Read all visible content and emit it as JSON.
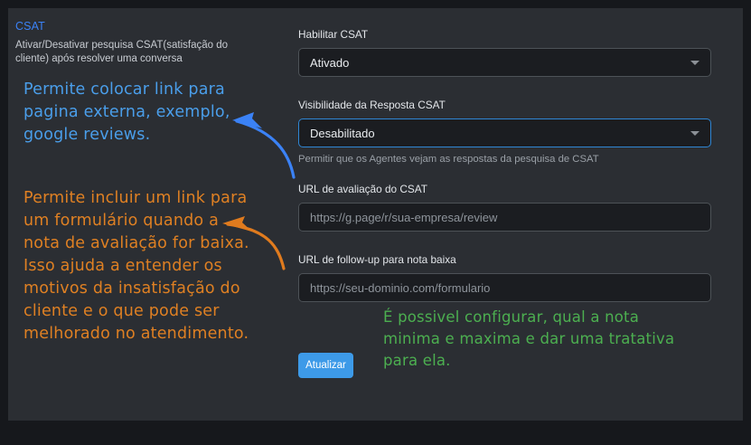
{
  "panel": {
    "section": {
      "title": "CSAT",
      "description": "Ativar/Desativar pesquisa CSAT(satisfação do cliente) após resolver uma conversa"
    }
  },
  "form": {
    "enable_csat": {
      "label": "Habilitar CSAT",
      "value": "Ativado",
      "caret_icon": "chevron-down-icon"
    },
    "response_visibility": {
      "label": "Visibilidade da Resposta CSAT",
      "value": "Desabilitado",
      "help": "Permitir que os Agentes vejam as respostas da pesquisa de CSAT",
      "caret_icon": "chevron-down-icon"
    },
    "review_url": {
      "label": "URL de avaliação do CSAT",
      "value": "",
      "placeholder": "https://g.page/r/sua-empresa/review"
    },
    "followup_url": {
      "label": "URL de follow-up para nota baixa",
      "value": "",
      "placeholder": "https://seu-dominio.com/formulario"
    },
    "submit_label": "Atualizar"
  },
  "annotations": {
    "blue": "Permite colocar link para pagina externa, exemplo, google reviews.",
    "orange": "Permite incluir um link para um formulário quando a nota de avaliação for baixa. Isso ajuda a entender os motivos da insatisfação do cliente e o que pode ser melhorado no atendimento.",
    "green": "É possivel configurar, qual a nota minima e maxima e dar uma tratativa para ela."
  },
  "colors": {
    "accent_blue": "#3b82f6",
    "annotation_blue": "#4a9eea",
    "annotation_orange": "#df8023",
    "annotation_green": "#4caf50",
    "button_blue": "#3d9ae8",
    "panel_bg": "#2b2e33",
    "page_bg": "#16181c",
    "input_bg": "#1b1d21",
    "focus_border": "#2f86d4"
  }
}
